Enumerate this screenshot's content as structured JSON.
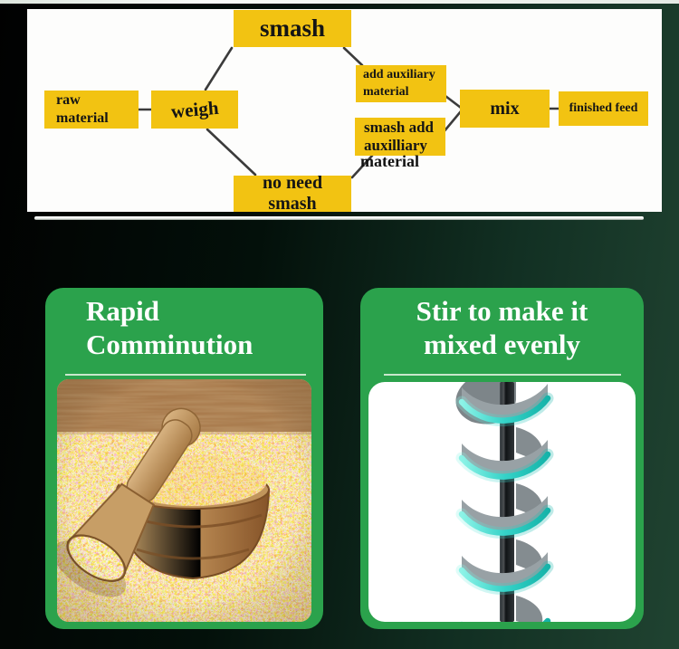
{
  "flowchart": {
    "labels": {
      "smash": "smash",
      "raw_material": "raw\nmaterial",
      "weigh": "weigh",
      "add_auxiliary": "add auxiliary\nmaterial",
      "smash_add": "smash add\nauxilliary",
      "smash_add_overflow": "material",
      "mix": "mix",
      "finished_feed": "finished feed",
      "no_need_smash": "no need\nsmash"
    },
    "box_color": "#f2c312",
    "text_color": "#151515",
    "line_color": "#3b3b3b",
    "panel_color": "#fdfdfc"
  },
  "features": {
    "left": {
      "title": "Rapid\nComminution",
      "image_alt": "corn grits with wooden scoop and bowl"
    },
    "right": {
      "title": "Stir to make it\nmixed evenly",
      "image_alt": "vertical mixing auger screw with teal glow"
    },
    "card_color": "#2ba24c",
    "title_color": "#ffffff",
    "underline_color": "#d2ebd3",
    "accent_teal": "#3fd9cf"
  },
  "background": {
    "left_color": "#010101",
    "right_color": "#204331",
    "top_strip_color": "#eef3ee"
  }
}
